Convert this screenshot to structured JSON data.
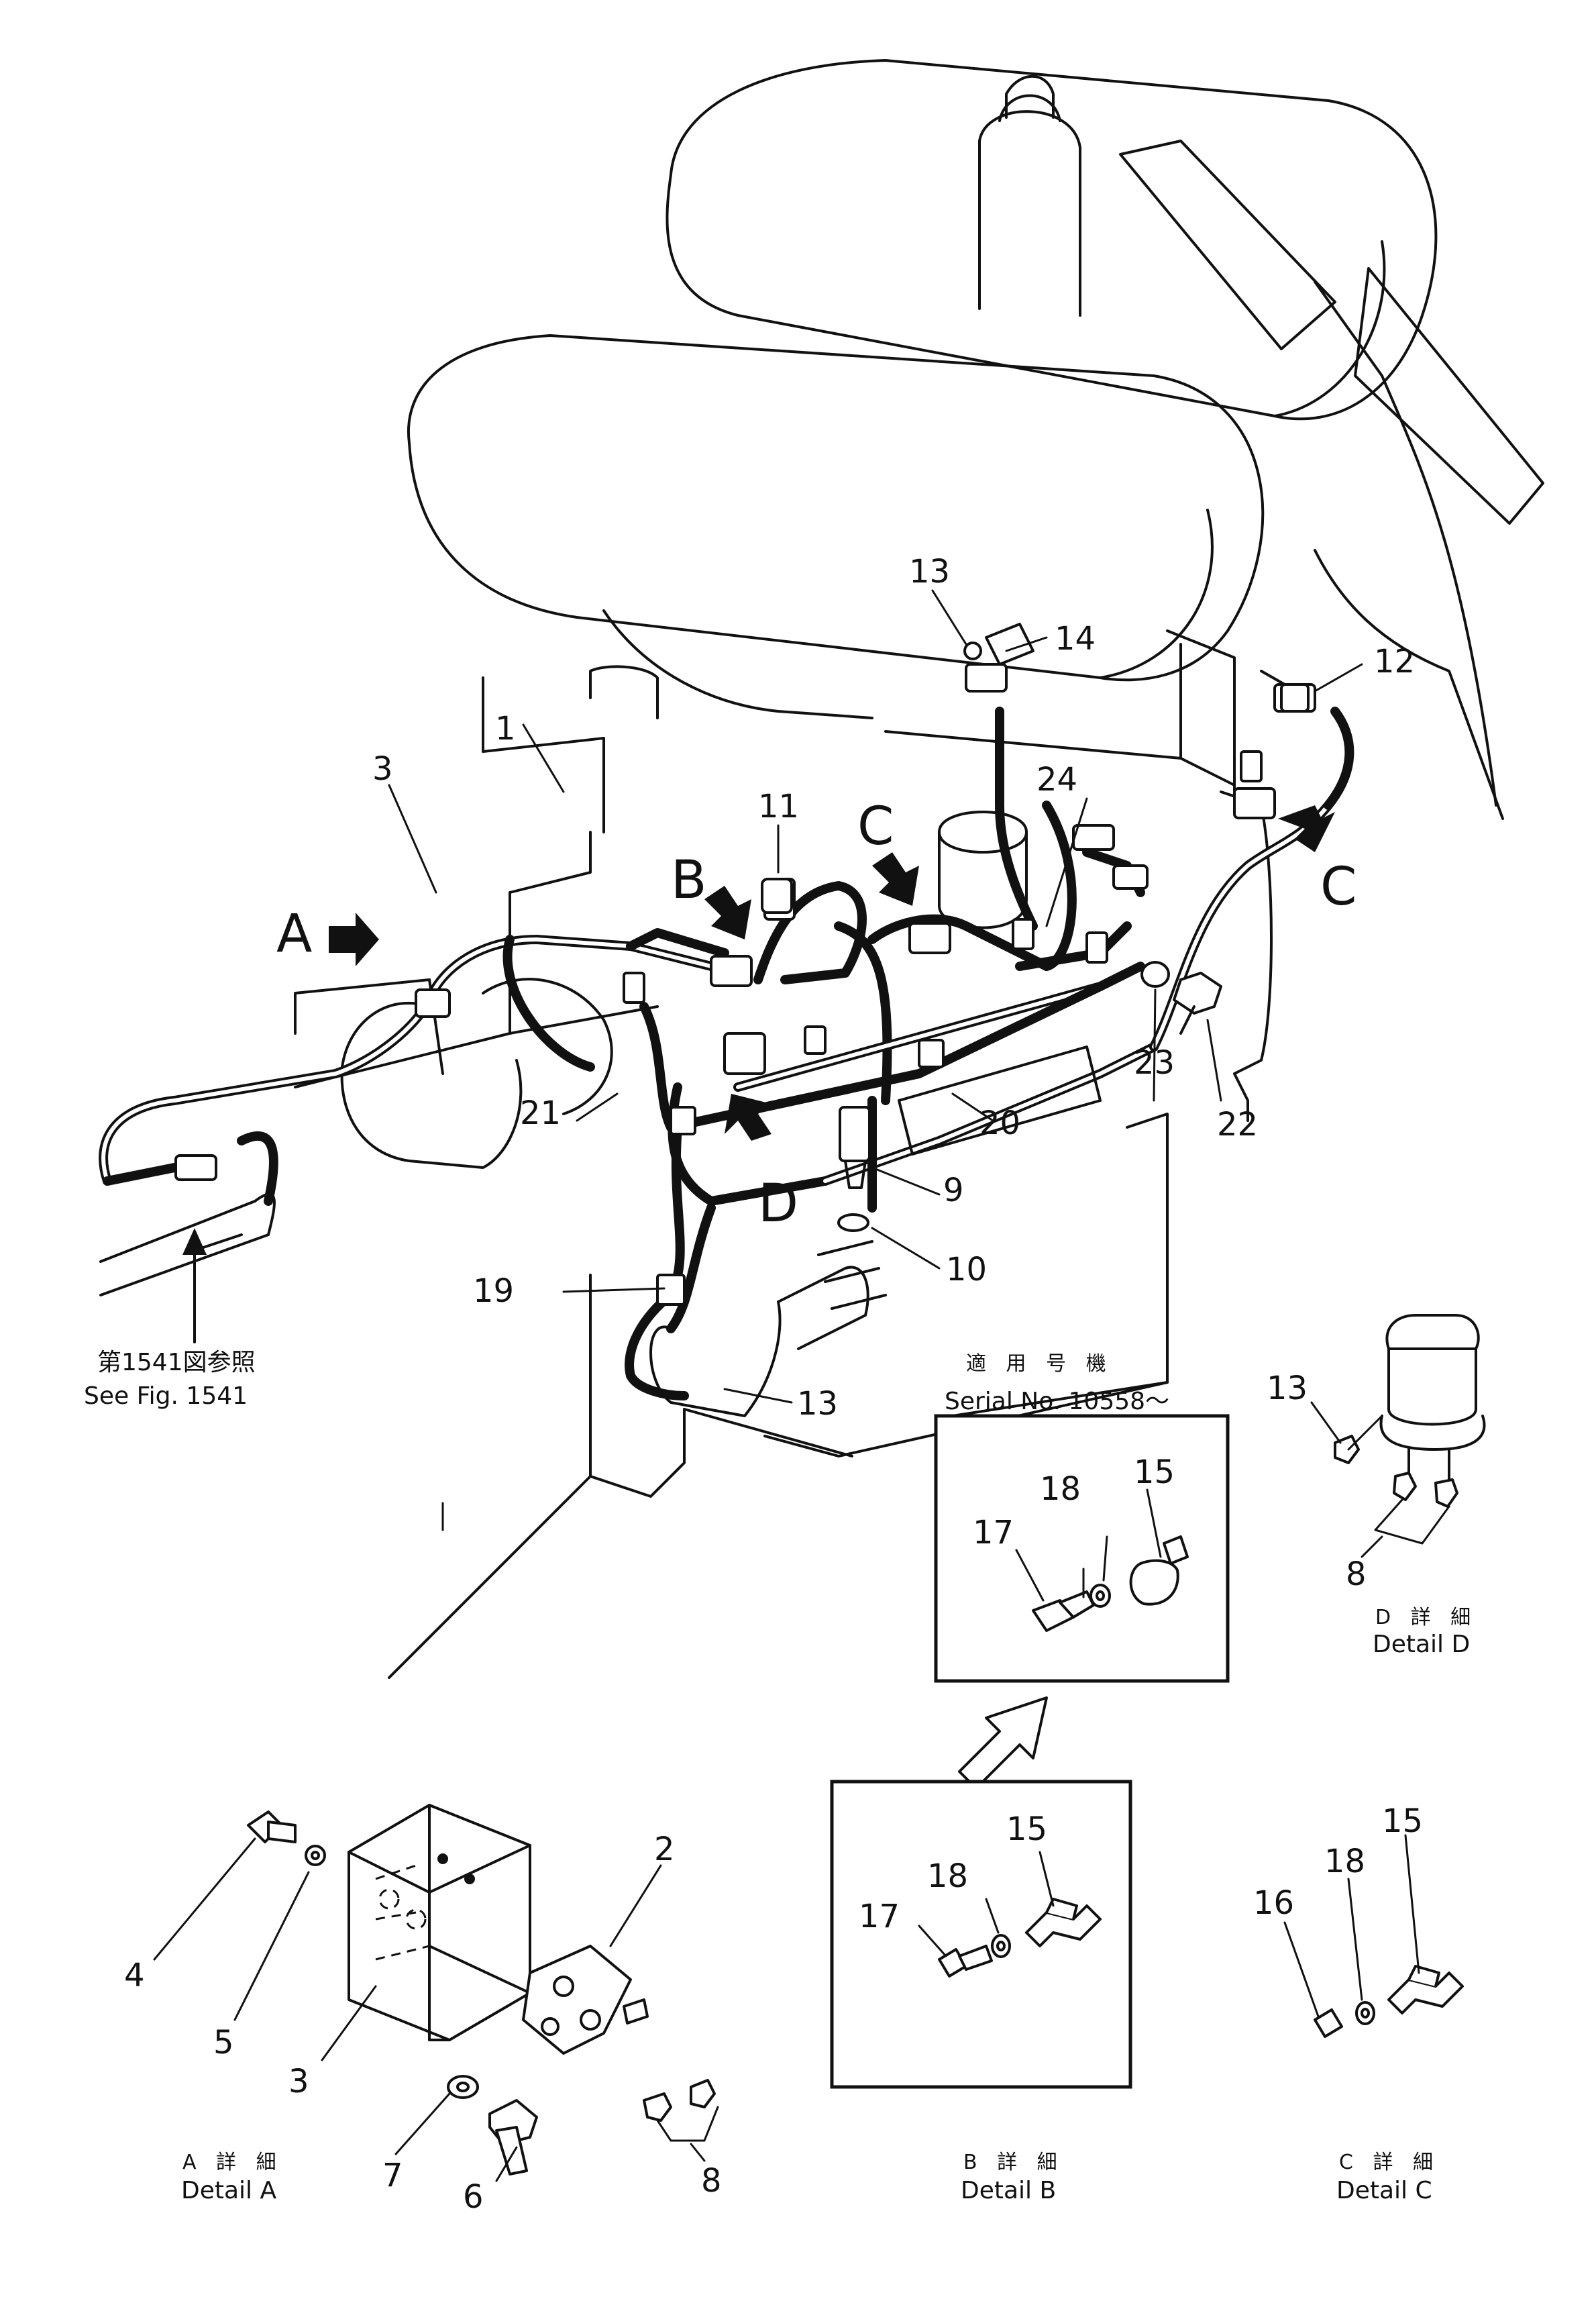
{
  "views": {
    "a": "A",
    "b": "B",
    "c": "C",
    "d": "D"
  },
  "reference": {
    "jp": "第1541図参照",
    "en": "See Fig. 1541"
  },
  "serial": {
    "jp": "適 用 号 機",
    "en": "Serial No. 10558～"
  },
  "details": {
    "a": {
      "jp": "A 詳 細",
      "en": "Detail A"
    },
    "b": {
      "jp": "B 詳 細",
      "en": "Detail B"
    },
    "c": {
      "jp": "C 詳 細",
      "en": "Detail C"
    },
    "d": {
      "jp": "D 詳 細",
      "en": "Detail D"
    }
  },
  "callouts": {
    "main": [
      "1",
      "3",
      "9",
      "10",
      "11",
      "12",
      "13",
      "14",
      "13",
      "19",
      "20",
      "21",
      "22",
      "23",
      "24"
    ],
    "detail_a": [
      "2",
      "3",
      "4",
      "5",
      "6",
      "7",
      "8"
    ],
    "serial_box": [
      "15",
      "17",
      "18"
    ],
    "detail_b": [
      "15",
      "17",
      "18"
    ],
    "detail_c": [
      "15",
      "16",
      "18"
    ],
    "detail_d": [
      "8",
      "13"
    ]
  }
}
